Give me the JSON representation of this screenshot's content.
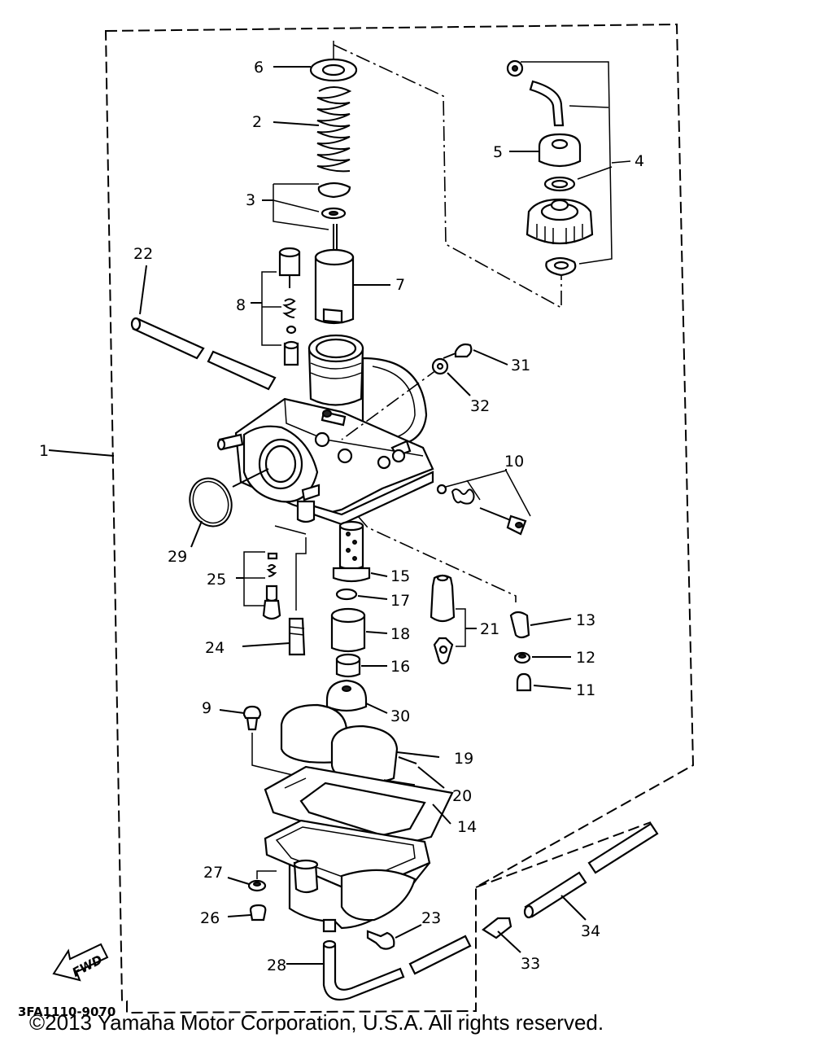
{
  "diagram": {
    "drawing_code": "3FA1110-9070",
    "fwd_label": "FWD",
    "callouts": [
      {
        "num": "1"
      },
      {
        "num": "2"
      },
      {
        "num": "3"
      },
      {
        "num": "4"
      },
      {
        "num": "5"
      },
      {
        "num": "6"
      },
      {
        "num": "7"
      },
      {
        "num": "8"
      },
      {
        "num": "9"
      },
      {
        "num": "10"
      },
      {
        "num": "11"
      },
      {
        "num": "12"
      },
      {
        "num": "13"
      },
      {
        "num": "14"
      },
      {
        "num": "15"
      },
      {
        "num": "16"
      },
      {
        "num": "17"
      },
      {
        "num": "18"
      },
      {
        "num": "19"
      },
      {
        "num": "20"
      },
      {
        "num": "21"
      },
      {
        "num": "22"
      },
      {
        "num": "23"
      },
      {
        "num": "24"
      },
      {
        "num": "25"
      },
      {
        "num": "26"
      },
      {
        "num": "27"
      },
      {
        "num": "28"
      },
      {
        "num": "29"
      },
      {
        "num": "30"
      },
      {
        "num": "31"
      },
      {
        "num": "32"
      },
      {
        "num": "33"
      },
      {
        "num": "34"
      }
    ]
  },
  "footer": {
    "copyright": "©2013 Yamaha Motor Corporation, U.S.A. All rights reserved."
  }
}
